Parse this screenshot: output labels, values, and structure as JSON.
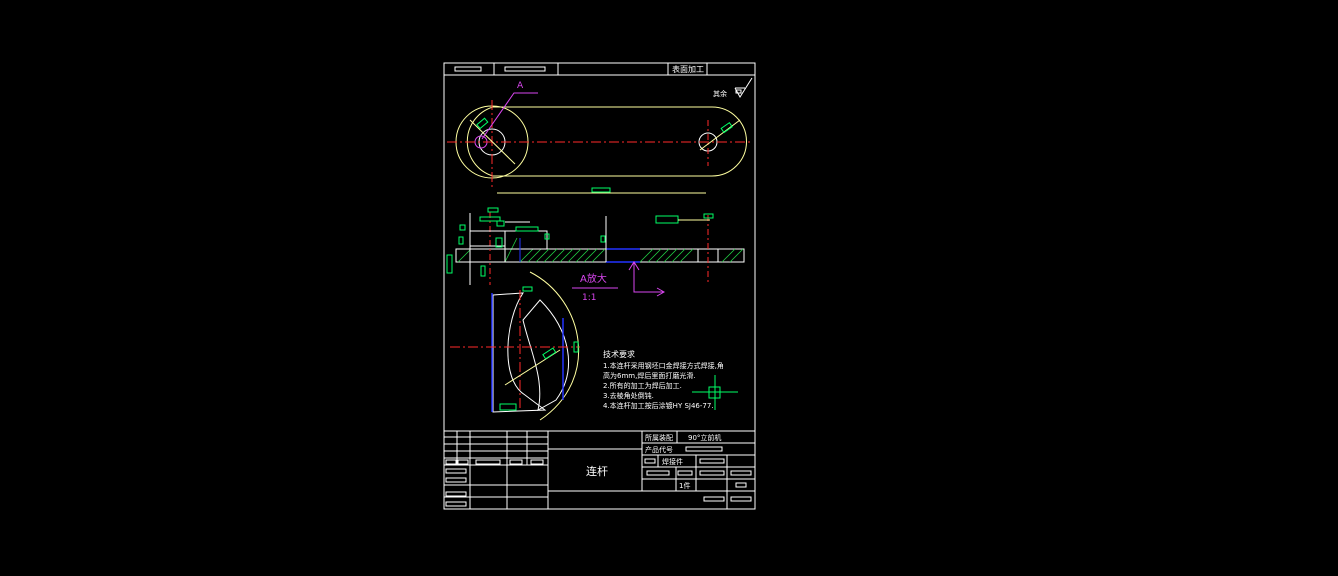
{
  "colors": {
    "background": "#000000",
    "frame": "#ffffff",
    "centerline": "#ff2a2a",
    "dimension": "#00ff66",
    "outline": "#ffffa0",
    "hidden": "#2233ff",
    "annotation": "#d946ef",
    "hatch": "#22cc44"
  },
  "header": {
    "surface_label": "表面加工"
  },
  "roughness": {
    "label": "其余"
  },
  "view_labels": {
    "section_letter": "A",
    "detail_title": "A放大",
    "detail_scale": "1:1"
  },
  "tech_requirements": {
    "title": "技术要求",
    "lines": [
      "1.本连杆采用钢坯口金焊接方式焊接,角",
      "  高为6mm,焊后里面打磨光滑.",
      "2.所有的加工为焊后加工.",
      "3.去棱角处倒钝.",
      "4.本连杆加工按后涂镀HY  SJ46-77."
    ]
  },
  "title_block": {
    "part_name": "连杆",
    "model_label": "所属装配",
    "model_value": "90°立前机",
    "product_code_label": "产品代号",
    "part_type": "焊接件",
    "quantity": "1件"
  }
}
